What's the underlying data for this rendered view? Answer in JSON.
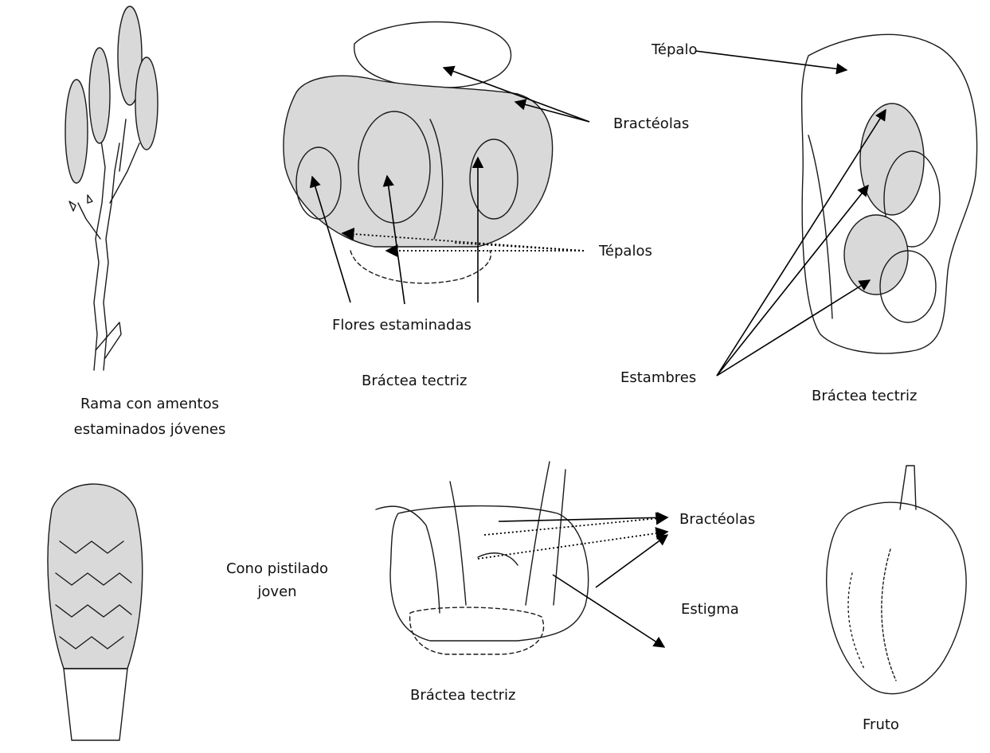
{
  "labels": {
    "tepalo": "Tépalo",
    "bracteolas_top": "Bractéolas",
    "tepalos": "Tépalos",
    "flores_estaminadas": "Flores estaminadas",
    "bractea_tectriz_top_center": "Bráctea tectriz",
    "estambres": "Estambres",
    "bractea_tectriz_top_right": "Bráctea tectriz",
    "rama_line1": "Rama con amentos",
    "rama_line2": "estaminados jóvenes",
    "cono_line1": "Cono pistilado",
    "cono_line2": "joven",
    "bracteolas_bottom": "Bractéolas",
    "estigma": "Estigma",
    "bractea_tectriz_bottom": "Bráctea tectriz",
    "fruto": "Fruto"
  },
  "colors": {
    "ink": "#1a1a1a",
    "shade": "#d9d9d9",
    "background": "#ffffff"
  }
}
